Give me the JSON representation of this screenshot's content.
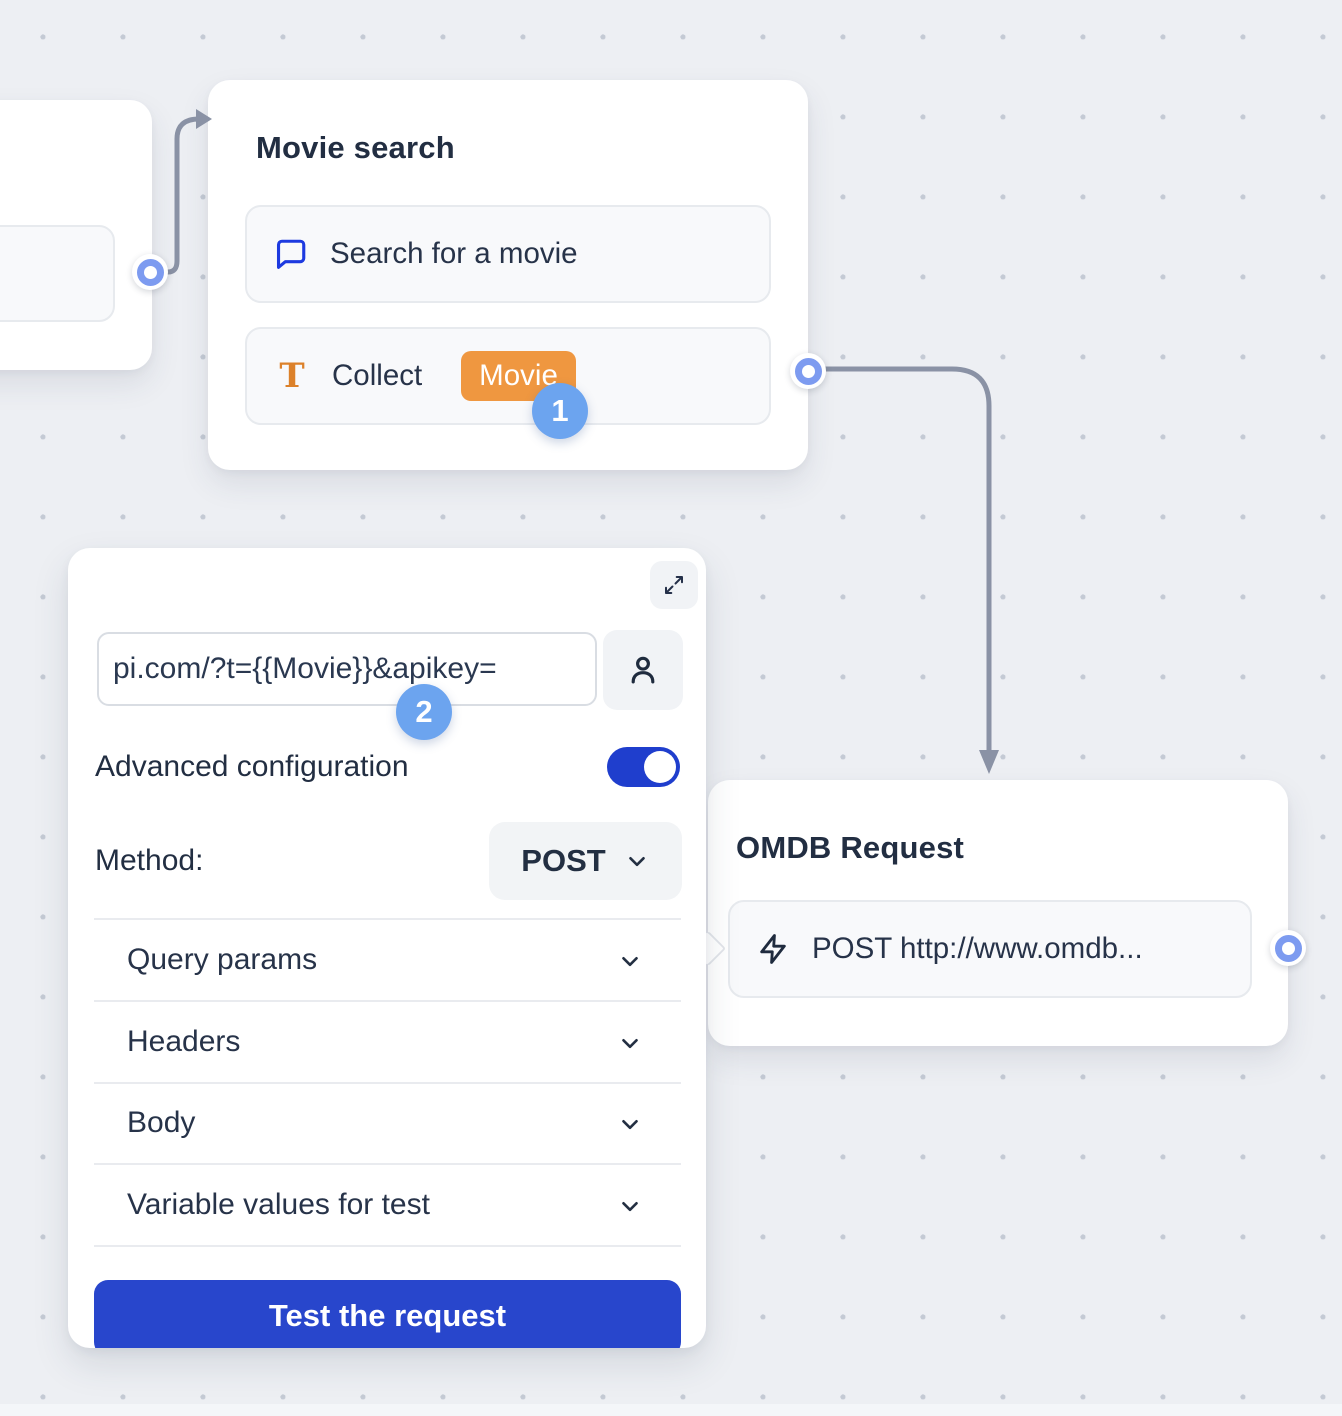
{
  "canvas": {
    "background": "#EDEFF3",
    "dot_color": "#C4CAD4"
  },
  "colors": {
    "accent_blue": "#2846CC",
    "toggle_blue": "#1F3ECD",
    "step_badge_blue": "#6CA4EF",
    "port_ring_blue": "#7D9BF0",
    "variable_chip_orange": "#EF9740",
    "connector_gray": "#8A92A5",
    "text_dark": "#222E42"
  },
  "movie_search_node": {
    "title": "Movie search",
    "message_block": {
      "icon": "chat-bubble-icon",
      "label": "Search for a movie"
    },
    "collect_block": {
      "icon": "text-input-icon",
      "icon_glyph": "T",
      "label": "Collect",
      "variable_chip": "Movie"
    },
    "step_badge": "1"
  },
  "omdb_node": {
    "title": "OMDB Request",
    "request_block": {
      "icon": "lightning-icon",
      "label": "POST http://www.omdb..."
    }
  },
  "config_panel": {
    "url_input_value": "pi.com/?t={{Movie}}&apikey=",
    "step_badge": "2",
    "advanced_toggle_label": "Advanced configuration",
    "advanced_toggle_state": "on",
    "method_label": "Method:",
    "method_value": "POST",
    "sections": [
      {
        "label": "Query params"
      },
      {
        "label": "Headers"
      },
      {
        "label": "Body"
      },
      {
        "label": "Variable values for test"
      }
    ],
    "test_button_label": "Test the request"
  }
}
